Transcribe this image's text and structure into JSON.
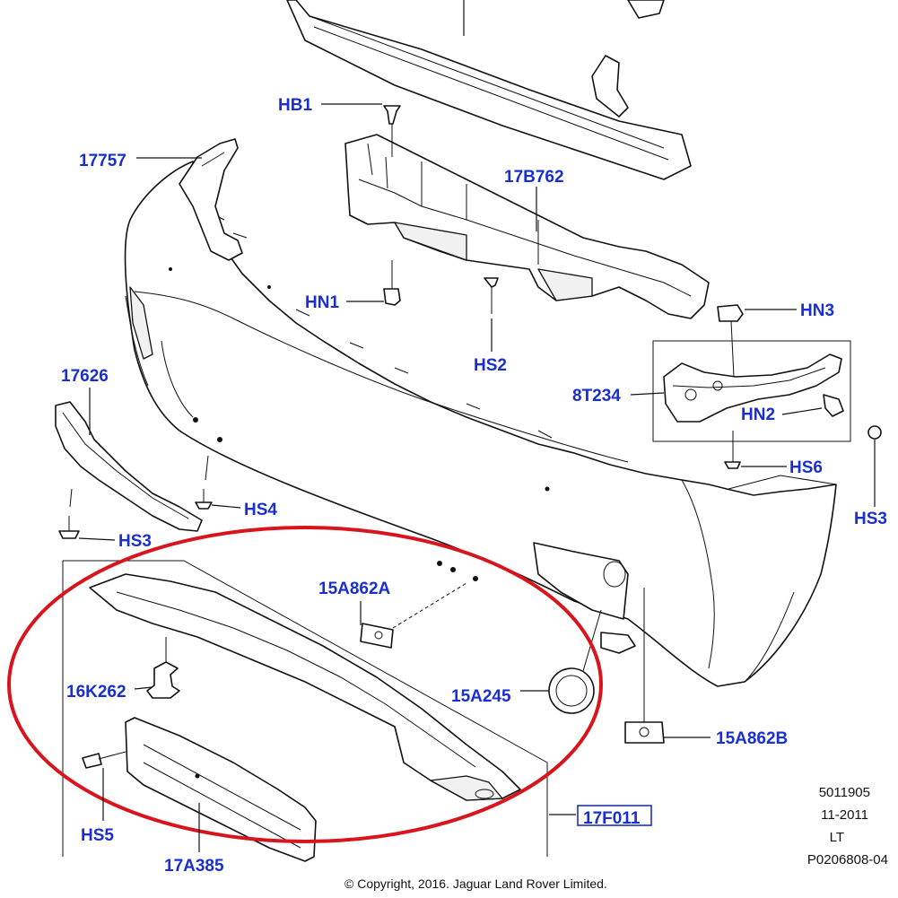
{
  "labels": {
    "hb1": "HB1",
    "p17757": "17757",
    "p17b762": "17B762",
    "hn1": "HN1",
    "hs2": "HS2",
    "hn3": "HN3",
    "p17626": "17626",
    "p8t234": "8T234",
    "hn2": "HN2",
    "hs6": "HS6",
    "hs4": "HS4",
    "hs3_right": "HS3",
    "hs3_left": "HS3",
    "p15a862a": "15A862A",
    "p16k262": "16K262",
    "p15a245": "15A245",
    "p15a862b": "15A862B",
    "hs5": "HS5",
    "p17f011": "17F011",
    "p17a385": "17A385"
  },
  "meta": {
    "code": "5011905",
    "date": "11-2011",
    "side": "LT",
    "ref": "P0206808-04"
  },
  "copyright": "© Copyright, 2016. Jaguar Land Rover Limited.",
  "colors": {
    "label": "#1a2fd0",
    "highlight_ellipse": "#d8141c",
    "line": "#111111"
  }
}
